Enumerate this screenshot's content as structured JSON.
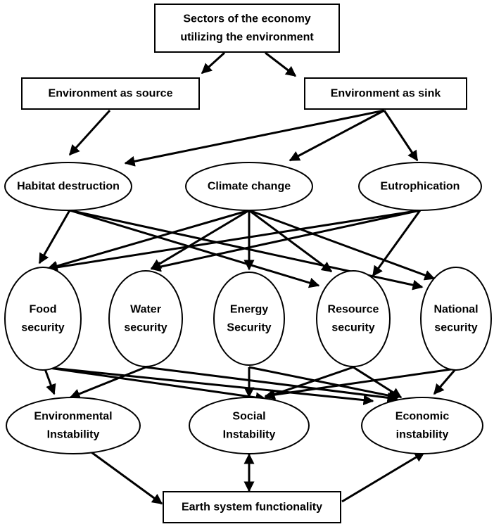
{
  "nodes": {
    "sectors": [
      "Sectors of the economy",
      "utilizing the environment"
    ],
    "source": [
      "Environment as source"
    ],
    "sink": [
      "Environment as sink"
    ],
    "habitat": [
      "Habitat destruction"
    ],
    "climate": [
      "Climate change"
    ],
    "eutro": [
      "Eutrophication"
    ],
    "food": [
      "Food",
      "security"
    ],
    "water": [
      "Water",
      "security"
    ],
    "energy": [
      "Energy",
      "Security"
    ],
    "resource": [
      "Resource",
      "security"
    ],
    "national": [
      "National",
      "security"
    ],
    "env_instab": [
      "Environmental",
      "Instability"
    ],
    "soc_instab": [
      "Social",
      "Instability"
    ],
    "eco_instab": [
      "Economic",
      "instability"
    ],
    "earth": [
      "Earth system functionality"
    ]
  },
  "edges": [
    {
      "from": "sectors",
      "to": "source",
      "type": "arrow"
    },
    {
      "from": "sectors",
      "to": "sink",
      "type": "arrow"
    },
    {
      "from": "source",
      "to": "habitat",
      "type": "arrow"
    },
    {
      "from": "sink",
      "to": "habitat",
      "type": "arrow"
    },
    {
      "from": "sink",
      "to": "climate",
      "type": "arrow"
    },
    {
      "from": "sink",
      "to": "eutro",
      "type": "arrow"
    },
    {
      "from": "habitat",
      "to": "food",
      "type": "arrow"
    },
    {
      "from": "habitat",
      "to": "resource",
      "type": "arrow"
    },
    {
      "from": "habitat",
      "to": "national",
      "type": "arrow"
    },
    {
      "from": "climate",
      "to": "food",
      "type": "arrow"
    },
    {
      "from": "climate",
      "to": "water",
      "type": "arrow"
    },
    {
      "from": "climate",
      "to": "energy",
      "type": "arrow"
    },
    {
      "from": "climate",
      "to": "resource",
      "type": "arrow"
    },
    {
      "from": "climate",
      "to": "national",
      "type": "arrow"
    },
    {
      "from": "eutro",
      "to": "food",
      "type": "arrow"
    },
    {
      "from": "eutro",
      "to": "water",
      "type": "arrow"
    },
    {
      "from": "eutro",
      "to": "resource",
      "type": "arrow"
    },
    {
      "from": "food",
      "to": "env_instab",
      "type": "arrow"
    },
    {
      "from": "food",
      "to": "soc_instab",
      "type": "arrow"
    },
    {
      "from": "food",
      "to": "eco_instab",
      "type": "arrow"
    },
    {
      "from": "water",
      "to": "env_instab",
      "type": "arrow"
    },
    {
      "from": "water",
      "to": "eco_instab",
      "type": "arrow"
    },
    {
      "from": "energy",
      "to": "soc_instab",
      "type": "arrow"
    },
    {
      "from": "energy",
      "to": "eco_instab",
      "type": "arrow"
    },
    {
      "from": "resource",
      "to": "soc_instab",
      "type": "arrow"
    },
    {
      "from": "resource",
      "to": "eco_instab",
      "type": "arrow"
    },
    {
      "from": "national",
      "to": "soc_instab",
      "type": "arrow"
    },
    {
      "from": "national",
      "to": "eco_instab",
      "type": "arrow"
    },
    {
      "from": "env_instab",
      "to": "earth",
      "type": "arrow"
    },
    {
      "from": "earth",
      "to": "eco_instab",
      "type": "arrow"
    },
    {
      "from": "soc_instab",
      "to": "earth",
      "type": "double"
    }
  ]
}
